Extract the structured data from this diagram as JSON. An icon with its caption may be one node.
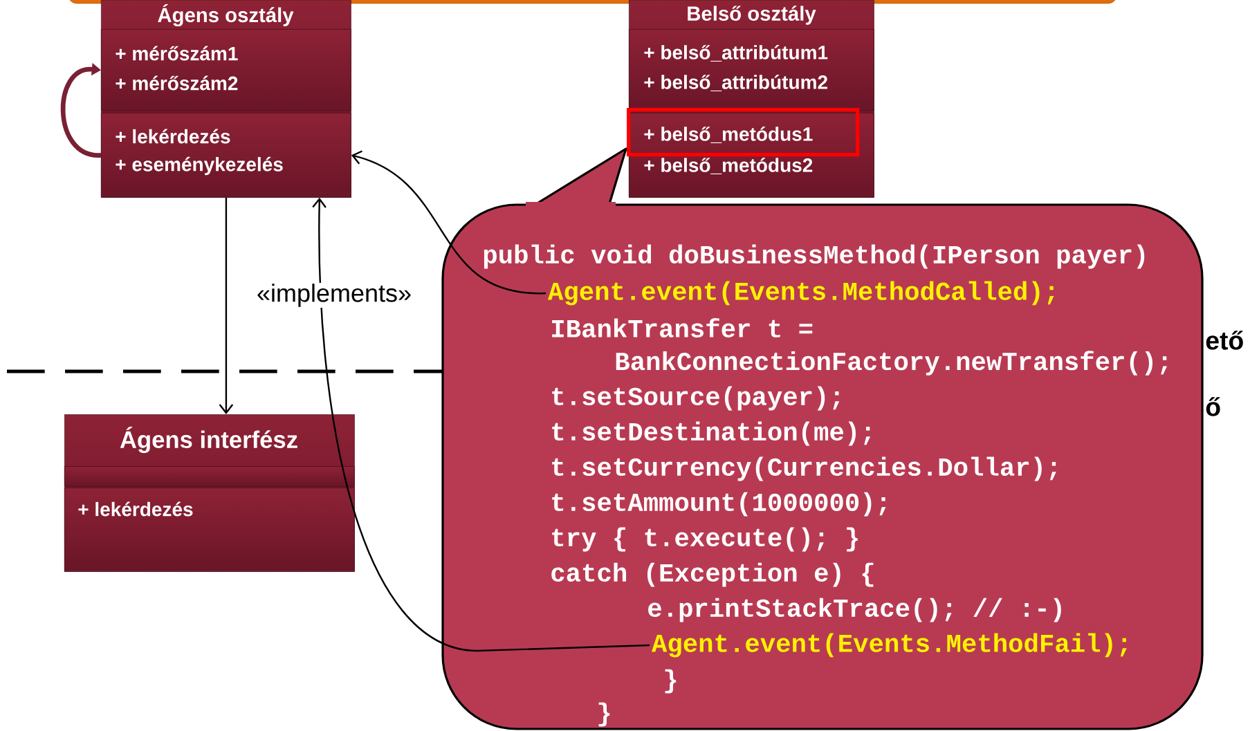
{
  "diagram": {
    "nodes": [
      {
        "text": [
          "Ágens osztály"
        ]
      },
      {
        "text": [
          "+ mérőszám1",
          "+ mérőszám2"
        ],
        "in": 0
      },
      {
        "text": [
          "+ lekérdezés",
          "+ eseménykezelés"
        ],
        "in": 0
      },
      {
        "text": [
          "Belső osztály"
        ]
      },
      {
        "text": [
          "+ belső_attribútum1",
          "+ belső_attribútum2"
        ],
        "in": 3
      },
      {
        "text": [
          "+ belső_metódus2"
        ],
        "in": 3
      },
      {
        "text": [
          "+ belső_metódus1"
        ],
        "in": 5
      },
      {
        "text": [
          "Ágens interfész"
        ]
      },
      {
        "text": [],
        "shape": "box",
        "in": 7
      },
      {
        "text": [
          "+ lekérdezés"
        ],
        "in": 7
      },
      {
        "text": [
          "public void doBusinessMethod(IPerson payer)",
          "IBankTransfer t =",
          "BankConnectionFactory.newTransfer();",
          "t.setSource(payer);",
          "t.setDestination(me);",
          "t.setCurrency(Currencies.Dollar);",
          "t.setAmmount(1000000);",
          "try { t.execute(); }",
          "catch (Exception e) {",
          "e.printStackTrace(); // :-)",
          "}",
          "}"
        ]
      },
      {
        "text": [
          "Agent.event(Events.MethodCalled);"
        ],
        "in": 10
      },
      {
        "text": [
          "Agent.event(Events.MethodFail);"
        ],
        "in": 10
      }
    ],
    "edges": [
      {
        "from": 2,
        "to": 1,
        "arrow": "to",
        "style": "thick",
        "color": "#7a2035"
      },
      {
        "from": 0,
        "to": 7,
        "arrow": "to",
        "label": "«implements»"
      },
      {
        "from": 11,
        "to": 2,
        "arrow": "to"
      },
      {
        "from": 12,
        "to": 2,
        "arrow": "to"
      }
    ],
    "labels": [
      "ető",
      "ő"
    ]
  }
}
